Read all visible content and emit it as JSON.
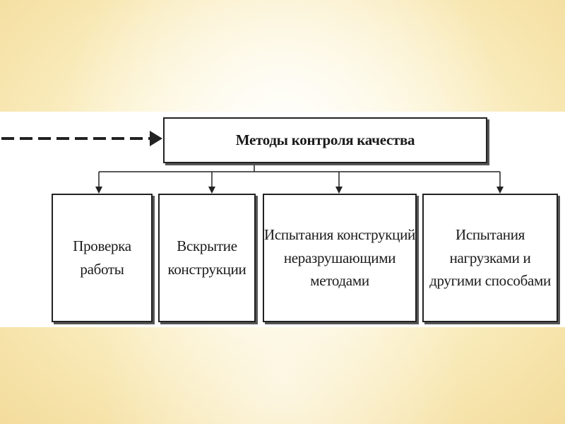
{
  "diagram": {
    "root": {
      "label": "Методы контроля качества"
    },
    "children": [
      {
        "label": "Проверка\nработы"
      },
      {
        "label": "Вскрытие\nконструкции"
      },
      {
        "label": "Испытания конструкций\nнеразрушающими\nметодами"
      },
      {
        "label": "Испытания\nнагрузками и\nдругими способами"
      }
    ],
    "colors": {
      "line": "#222222",
      "box_border": "#222222",
      "box_shadow": "#555555",
      "panel": "#ffffff",
      "background": "#fdf6d8"
    }
  }
}
